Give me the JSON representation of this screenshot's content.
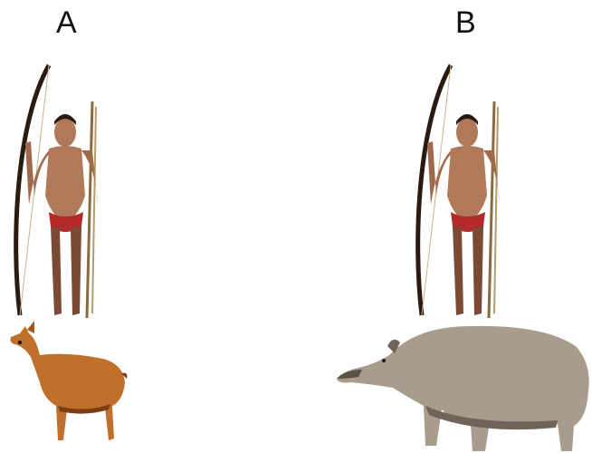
{
  "panels": [
    {
      "label": "A",
      "person": "hunter-with-bow",
      "animal": "brocket-deer"
    },
    {
      "label": "B",
      "person": "hunter-with-bow",
      "animal": "tapir"
    }
  ],
  "colors": {
    "skin": "#b07a5a",
    "skin_dark": "#7a4a35",
    "loincloth": "#b22a2a",
    "bow": "#2a1a10",
    "arrow": "#8a6a40",
    "deer": "#c0702a",
    "deer_dark": "#7a3e12",
    "tapir": "#a89c8c",
    "tapir_dark": "#6e6458"
  }
}
